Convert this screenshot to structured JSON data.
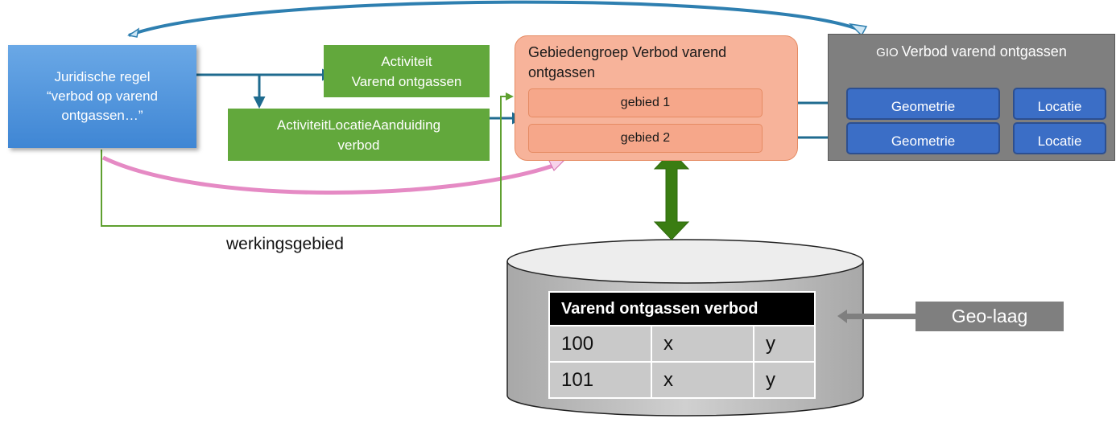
{
  "regel": {
    "text": "Juridische regel\n“verbod op varend\nontgassen…”"
  },
  "activiteit": {
    "text": "Activiteit\nVarend ontgassen"
  },
  "locatie_aanduiding": {
    "text": "ActiviteitLocatieAanduiding\nverbod"
  },
  "gebiedengroep": {
    "title": "Gebiedengroep Verbod varend ontgassen",
    "gebieden": [
      "gebied 1",
      "gebied 2"
    ]
  },
  "gio": {
    "prefix": "GIO",
    "title": "Verbod varend ontgassen",
    "rows": [
      {
        "geometrie": "Geometrie",
        "locatie": "Locatie"
      },
      {
        "geometrie": "Geometrie",
        "locatie": "Locatie"
      }
    ]
  },
  "werkingsgebied": "werkingsgebied",
  "geo_laag": "Geo-laag",
  "table": {
    "header": "Varend ontgassen verbod",
    "rows": [
      [
        "100",
        "x",
        "y"
      ],
      [
        "101",
        "x",
        "y"
      ]
    ]
  },
  "colors": {
    "regel_blue": "#4a90d9",
    "green": "#62a83c",
    "orange": "#f7b39a",
    "gio_gray": "#7f7f7f",
    "geometry_blue": "#3b6ec6",
    "arrow_teal": "#1f6b8f",
    "arrow_pink": "#e58ac4",
    "dark_green": "#3a7d12"
  }
}
